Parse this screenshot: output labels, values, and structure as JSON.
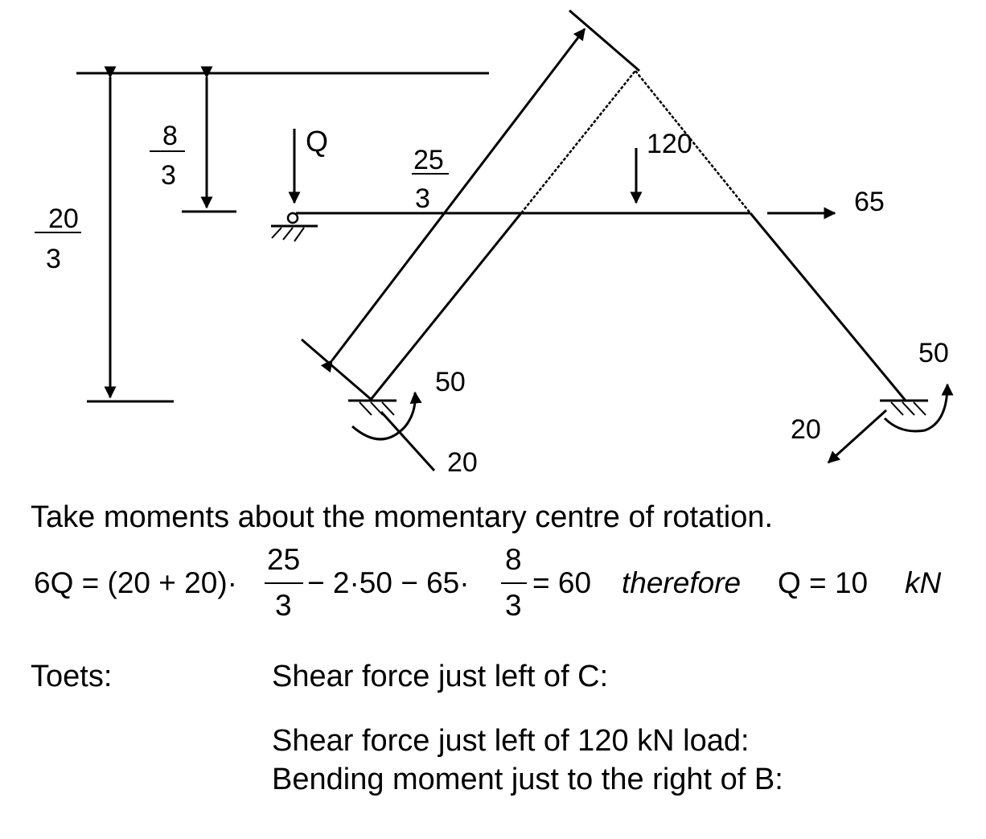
{
  "diagram": {
    "dims": {
      "left_outer": {
        "num": "20",
        "den": "3"
      },
      "left_inner": {
        "num": "8",
        "den": "3"
      },
      "diagonal": {
        "num": "25",
        "den": "3"
      }
    },
    "loads": {
      "q": "Q",
      "vertical": "120",
      "horizontal": "65",
      "left_moment": "50",
      "left_force": "20",
      "right_moment": "50",
      "right_force": "20"
    }
  },
  "text": {
    "intro": "Take moments about the momentary centre of rotation.",
    "equation": {
      "lhs": "6Q = (20 + 20)·",
      "frac1": {
        "num": "25",
        "den": "3"
      },
      "mid": "− 2·50 − 65·",
      "frac2": {
        "num": "8",
        "den": "3"
      },
      "rhs": "= 60",
      "therefore": "therefore",
      "result": "Q = 10",
      "unit": "kN"
    },
    "check_label": "Toets:",
    "check_items": [
      "Shear force just left of C:",
      "Shear force just left of 120 kN load:",
      "Bending moment just to the right of B:"
    ]
  }
}
